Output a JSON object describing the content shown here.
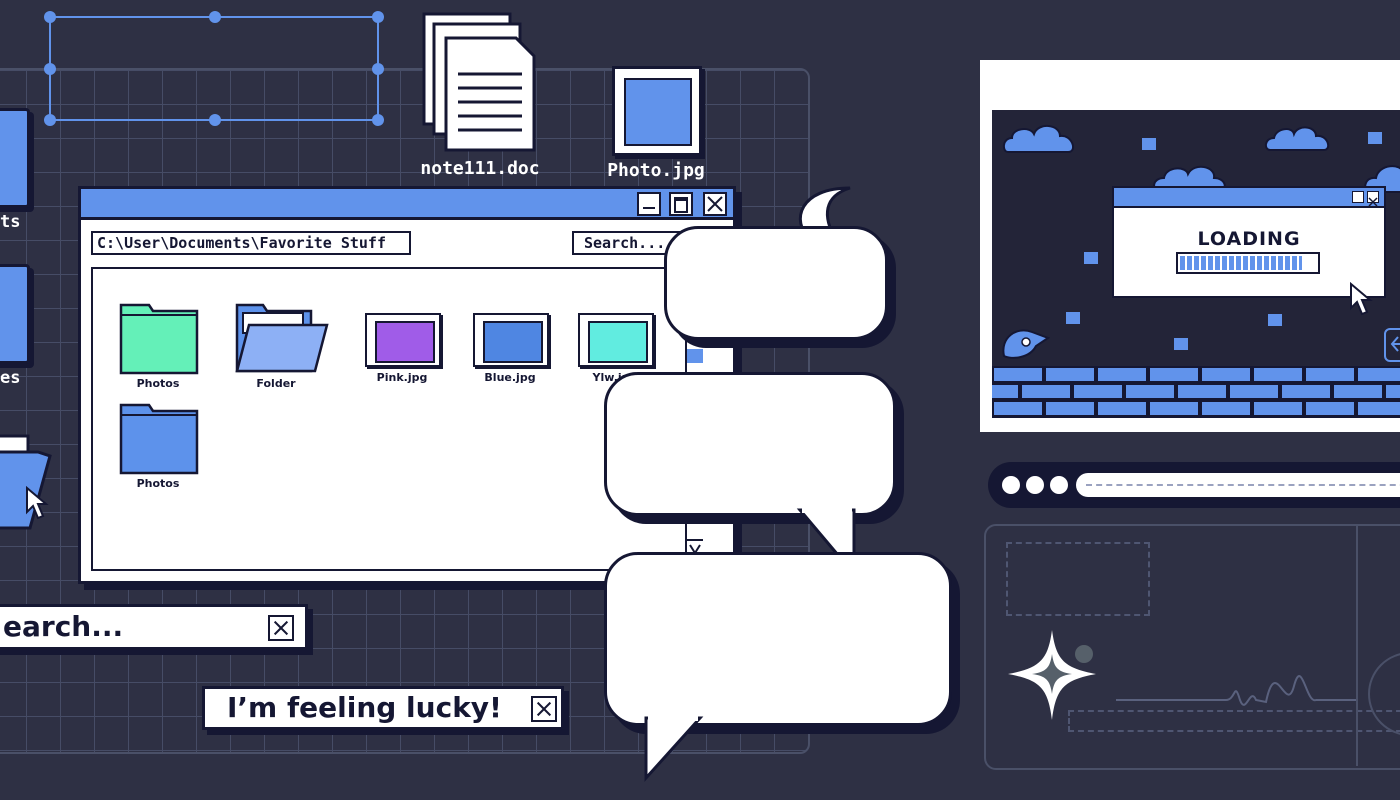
{
  "desktop": {
    "left_icons": [
      {
        "label": "ts"
      },
      {
        "label": "es"
      }
    ],
    "files": [
      {
        "label": "note111.doc",
        "icon": "document-icon"
      },
      {
        "label": "Photo.jpg",
        "icon": "image-icon"
      }
    ]
  },
  "explorer": {
    "address": "C:\\User\\Documents\\Favorite Stuff",
    "search_placeholder": "Search...",
    "items": [
      {
        "label": "Photos",
        "type": "folder",
        "color": "#64f0b8"
      },
      {
        "label": "Folder",
        "type": "open-folder",
        "color": "#8db0f5"
      },
      {
        "label": "Pink.jpg",
        "type": "image",
        "color": "#a05ce8"
      },
      {
        "label": "Blue.jpg",
        "type": "image",
        "color": "#4f86e2"
      },
      {
        "label": "Ylw.jpg",
        "type": "image",
        "color": "#61ece0"
      },
      {
        "label": "Photos",
        "type": "folder",
        "color": "#5d92eb"
      }
    ]
  },
  "search_bar": {
    "text": "earch..."
  },
  "lucky_button": {
    "label": "I’m feeling lucky!"
  },
  "game_window": {
    "loading_label": "LOADING",
    "progress_fraction": 0.9
  },
  "colors": {
    "background": "#2e3044",
    "accent_blue": "#6193eb",
    "outline": "#151733"
  }
}
